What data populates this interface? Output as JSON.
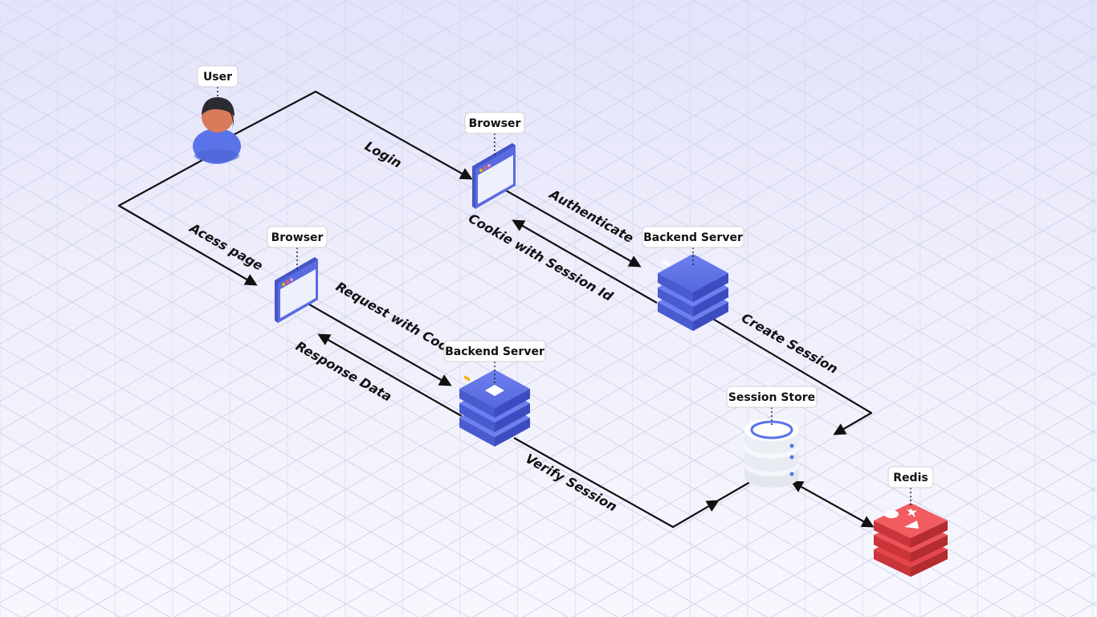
{
  "nodes": {
    "user": {
      "label": "User"
    },
    "browser_top": {
      "label": "Browser"
    },
    "browser_bottom": {
      "label": "Browser"
    },
    "backend_top": {
      "label": "Backend Server"
    },
    "backend_bottom": {
      "label": "Backend Server"
    },
    "session_store": {
      "label": "Session Store"
    },
    "redis": {
      "label": "Redis"
    }
  },
  "edges": {
    "login": "Login",
    "access_page": "Acess page",
    "authenticate": "Authenticate",
    "cookie_session": "Cookie with Session Id",
    "create_session": "Create Session",
    "request_cookie": "Request with Cookie",
    "response_data": "Response Data",
    "verify_session": "Verify Session"
  },
  "colors": {
    "browser": "#5a6be0",
    "server": "#5a6be0",
    "redis": "#e8454a",
    "store": "#ffffff",
    "user_body": "#5a73e8",
    "user_skin": "#d97a5a",
    "user_hair": "#2b2b33",
    "line": "#111111"
  }
}
